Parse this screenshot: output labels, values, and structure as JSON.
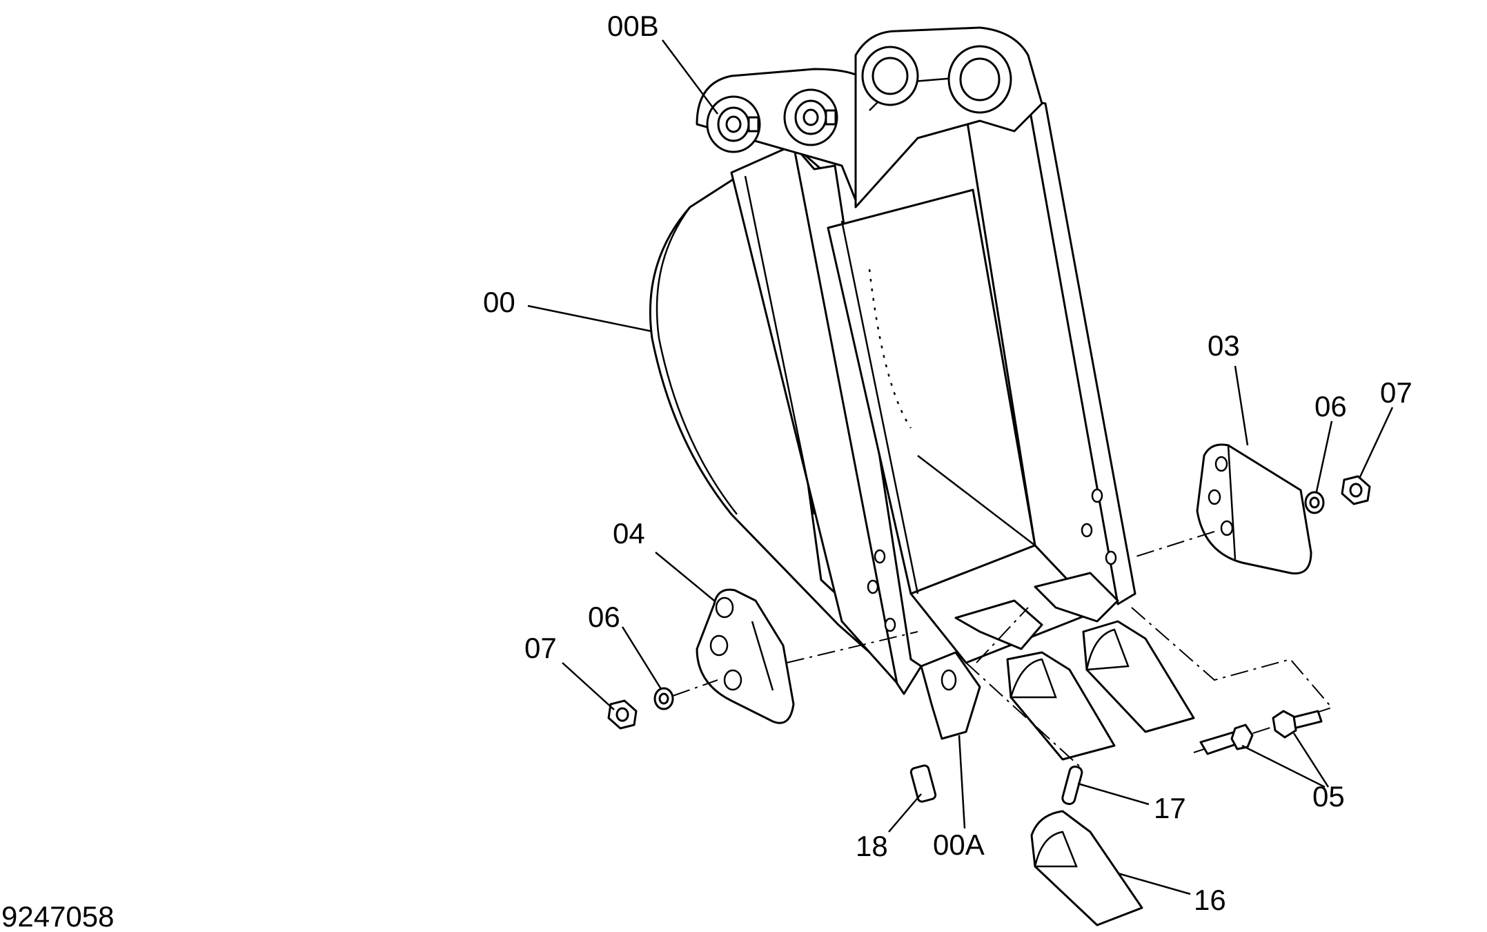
{
  "drawing_number": "9247058",
  "callouts": {
    "c00B": "00B",
    "c00": "00",
    "c03": "03",
    "c06r": "06",
    "c07r": "07",
    "c04": "04",
    "c06l": "06",
    "c07l": "07",
    "c17": "17",
    "c05": "05",
    "c18": "18",
    "c00A": "00A",
    "c16": "16"
  }
}
